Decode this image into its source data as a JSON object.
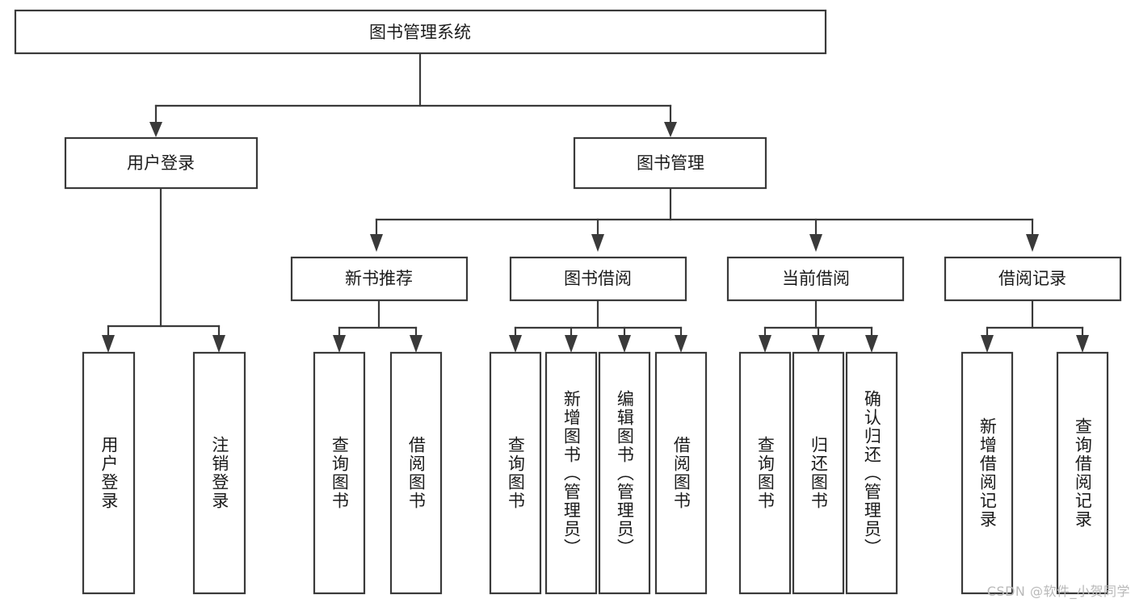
{
  "diagram": {
    "title": "图书管理系统",
    "type": "tree-hierarchy",
    "root": {
      "id": "root",
      "label": "图书管理系统"
    },
    "level2": [
      {
        "id": "user-login",
        "label": "用户登录"
      },
      {
        "id": "book-manage",
        "label": "图书管理"
      }
    ],
    "level3": [
      {
        "id": "new-book-rec",
        "label": "新书推荐",
        "parent": "book-manage"
      },
      {
        "id": "book-borrow",
        "label": "图书借阅",
        "parent": "book-manage"
      },
      {
        "id": "current-borrow",
        "label": "当前借阅",
        "parent": "book-manage"
      },
      {
        "id": "borrow-record",
        "label": "借阅记录",
        "parent": "book-manage"
      }
    ],
    "leaves": [
      {
        "id": "leaf-user-login",
        "label": "用户登录",
        "parent": "user-login"
      },
      {
        "id": "leaf-user-logout",
        "label": "注销登录",
        "parent": "user-login"
      },
      {
        "id": "leaf-rec-query",
        "label": "查询图书",
        "parent": "new-book-rec"
      },
      {
        "id": "leaf-rec-borrow",
        "label": "借阅图书",
        "parent": "new-book-rec"
      },
      {
        "id": "leaf-borrow-query",
        "label": "查询图书",
        "parent": "book-borrow"
      },
      {
        "id": "leaf-borrow-add",
        "label": "新增图书（管理员）",
        "parent": "book-borrow"
      },
      {
        "id": "leaf-borrow-edit",
        "label": "编辑图书（管理员）",
        "parent": "book-borrow"
      },
      {
        "id": "leaf-borrow-lend",
        "label": "借阅图书",
        "parent": "book-borrow"
      },
      {
        "id": "leaf-cur-query",
        "label": "查询图书",
        "parent": "current-borrow"
      },
      {
        "id": "leaf-cur-return",
        "label": "归还图书",
        "parent": "current-borrow"
      },
      {
        "id": "leaf-cur-confirm",
        "label": "确认归还（管理员）",
        "parent": "current-borrow"
      },
      {
        "id": "leaf-rec-add",
        "label": "新增借阅记录",
        "parent": "borrow-record"
      },
      {
        "id": "leaf-rec-search",
        "label": "查询借阅记录",
        "parent": "borrow-record"
      }
    ],
    "watermark": "CSDN @软件_小贺同学",
    "colors": {
      "stroke": "#3a3a3a",
      "fill": "#ffffff",
      "text": "#1b1b1b",
      "watermark": "#b9b9b9"
    }
  }
}
